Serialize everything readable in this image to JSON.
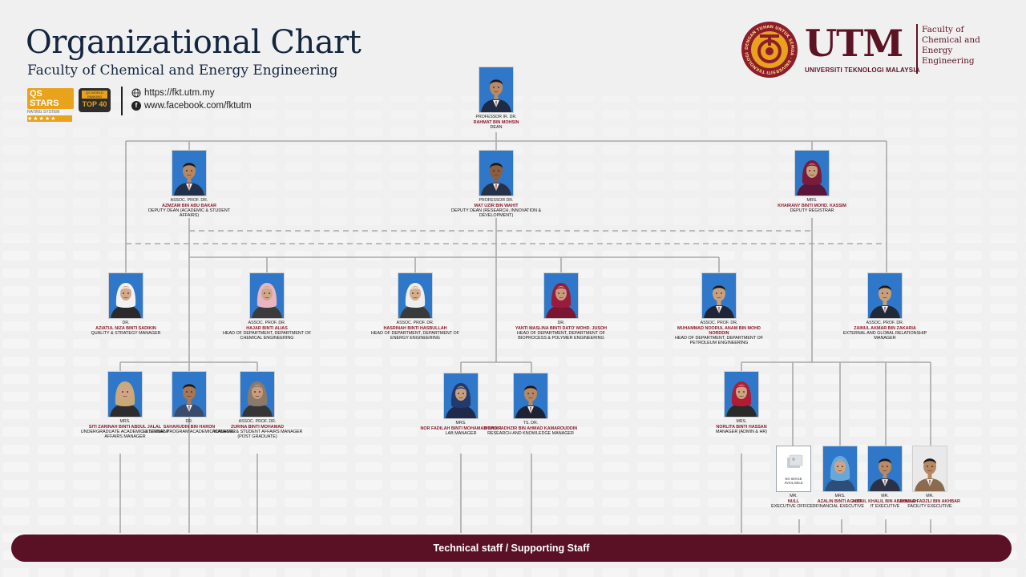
{
  "header": {
    "title": "Organizational Chart",
    "subtitle": "Faculty of Chemical and Energy Engineering",
    "qs_badge": {
      "label": "QS STARS",
      "sub": "RATING SYSTEM",
      "stars": "★★★★★"
    },
    "top40_badge": {
      "label": "TOP 40",
      "rank": "QS WORLD RANKING"
    },
    "website": "https://fkt.utm.my",
    "facebook": "www.facebook.com/fktutm"
  },
  "logo": {
    "seal_text": "DENGAN TUHAN UNTUK SEMUA · UNIVERSITI TEKNOLOGI MALAYSIA ·",
    "wordmark": "UTM",
    "full_name": "UNIVERSITI TEKNOLOGI MALAYSIA",
    "faculty_lines": [
      "Faculty of",
      "Chemical and Energy",
      "Engineering"
    ],
    "color": "#5c1424"
  },
  "people": {
    "dean": {
      "title": "PROFESSOR IR. DR.",
      "name": "RAHMAT BIN MOHSIN",
      "role": "DEAN",
      "suit": "#1f2a44",
      "skin": "#b98a67"
    },
    "dd_academic": {
      "title": "ASSOC. PROF. DR.",
      "name": "AZMZAM BIN ABU BAKAR",
      "role": "DEPUTY DEAN (ACADEMIC & STUDENT AFFAIRS)",
      "suit": "#233049",
      "skin": "#b8875f"
    },
    "dd_research": {
      "title": "PROFESSOR DR.",
      "name": "MAT UZIR BIN WAHIT",
      "role": "DEPUTY DEAN (RESEARCH, INNOVATION & DEVELOPMENT)",
      "suit": "#27324a",
      "skin": "#8c5e3f"
    },
    "deputy_registrar": {
      "title": "MRS.",
      "name": "KHAIRANY BINTI MOHD. KASSIM",
      "role": "DEPUTY REGISTRAR",
      "suit": "#5a1638",
      "skin": "#c99d7c",
      "hijab": "#7a1b3b"
    },
    "quality_mgr": {
      "title": "DR.",
      "name": "AZIATUL NIZA BINTI SADIKIN",
      "role": "QUALITY & STRATEGY MANAGER",
      "suit": "#2a2a2a",
      "skin": "#d4a98a",
      "hijab": "#f2f2f2"
    },
    "hod_chemical": {
      "title": "ASSOC. PROF. DR.",
      "name": "HAJAR BINTI ALIAS",
      "role": "HEAD OF DEPARTMENT, DEPARTMENT OF CHEMICAL ENGINEERING",
      "suit": "#3b3b3b",
      "skin": "#d1a587",
      "hijab": "#e8b6c0"
    },
    "hod_energy": {
      "title": "ASSOC. PROF. DR.",
      "name": "HASRINAH BINTI HASBULLAH",
      "role": "HEAD OF DEPARTMENT, DEPARTMENT OF ENERGY ENGINEERING",
      "suit": "#3a3a3a",
      "skin": "#d6ac8d",
      "hijab": "#eeeeee"
    },
    "hod_bioprocess": {
      "title": "DR.",
      "name": "YANTI MASLINA BINTI DATO' MOHD. JUSOH",
      "role": "HEAD OF DEPARTMENT, DEPARTMENT OF BIOPROCESS & POLYMER ENGINEERING",
      "suit": "#7a1632",
      "skin": "#c99b7b",
      "hijab": "#9b1b3c"
    },
    "hod_petroleum": {
      "title": "ASSOC. PROF. DR.",
      "name": "MUHAMMAD NOORUL ANAM BIN MOHD NORDDIN",
      "role": "HEAD OF DEPARTMENT, DEPARTMENT OF PETROLEUM ENGINEERING",
      "suit": "#1f2536",
      "skin": "#c99f7c"
    },
    "external_mgr": {
      "title": "ASSOC. PROF. DR.",
      "name": "ZAINUL AKMAR BIN ZAKARIA",
      "role": "EXTERNAL AND GLOBAL RELATIONSHIP MANAGER",
      "suit": "#222a3a",
      "skin": "#c99e7b"
    },
    "ug_mgr": {
      "title": "MRS.",
      "name": "SITI ZARINAH BINTI ABDUL JALAL",
      "role": "UNDERGRADUATE ACADEMIC & STUDENT AFFAIRS MANAGER",
      "suit": "#2d2d2d",
      "skin": "#d2a585",
      "hijab": "#c9a978"
    },
    "ext_program_mgr": {
      "title": "DR.",
      "name": "SAHARUDIN BIN HARON",
      "role": "EXTERNAL PROGRAM ACADEMIC MANAGER",
      "suit": "#3a4c6b",
      "skin": "#a9764f"
    },
    "pg_mgr": {
      "title": "ASSOC. PROF. DR.",
      "name": "ZURINA BINTI MOHAMAD",
      "role": "ACADEMIC & STUDENT AFFAIRS MANAGER (POST GRADUATE)",
      "suit": "#353535",
      "skin": "#c99d7b",
      "hijab": "#8a7a6c"
    },
    "lab_mgr": {
      "title": "MRS.",
      "name": "NOR FADILAH BINTI MOHAMAD NASIR",
      "role": "LAB MANAGER",
      "suit": "#1e2a48",
      "skin": "#c8a07e",
      "hijab": "#233a6e"
    },
    "research_mgr": {
      "title": "TS. DR.",
      "name": "MOHD FADHZIR BIN AHMAD KAMAROUDDIN",
      "role": "RESEARCH AND KNOWLEDGE MANAGER",
      "suit": "#1d2333",
      "skin": "#b88763"
    },
    "admin_mgr": {
      "title": "MRS.",
      "name": "NORLITA BINTI HASSAN",
      "role": "MANAGER (ADMIN & HR)",
      "suit": "#2a2a2a",
      "skin": "#cfa283",
      "hijab": "#b01c33"
    },
    "exec_officer": {
      "title": "MR.",
      "name": "NULL",
      "role": "EXECUTIVE OFFICER",
      "noimage": "NO IMAGE AVAILABLE"
    },
    "financial_exec": {
      "title": "MRS.",
      "name": "AZALIN BINTI AGHAR",
      "role": "FINANCIAL EXECUTIVE",
      "suit": "#2c4f7a",
      "skin": "#d0a485",
      "hijab": "#6aa7d9"
    },
    "it_exec": {
      "title": "MR.",
      "name": "ABDUL KHALIL BIN ABDOLLAH",
      "role": "IT EXECUTIVE",
      "suit": "#2b3246",
      "skin": "#b98a64"
    },
    "facility_exec": {
      "title": "MR.",
      "name": "AHMAD FADZLI BIN AKHBAR",
      "role": "FACILITY EXECUTIVE",
      "suit": "#8b6b4e",
      "skin": "#b88862",
      "bg": "#e9e9e9"
    }
  },
  "footer": {
    "label": "Technical staff / Supporting Staff",
    "color": "#5a1126"
  }
}
